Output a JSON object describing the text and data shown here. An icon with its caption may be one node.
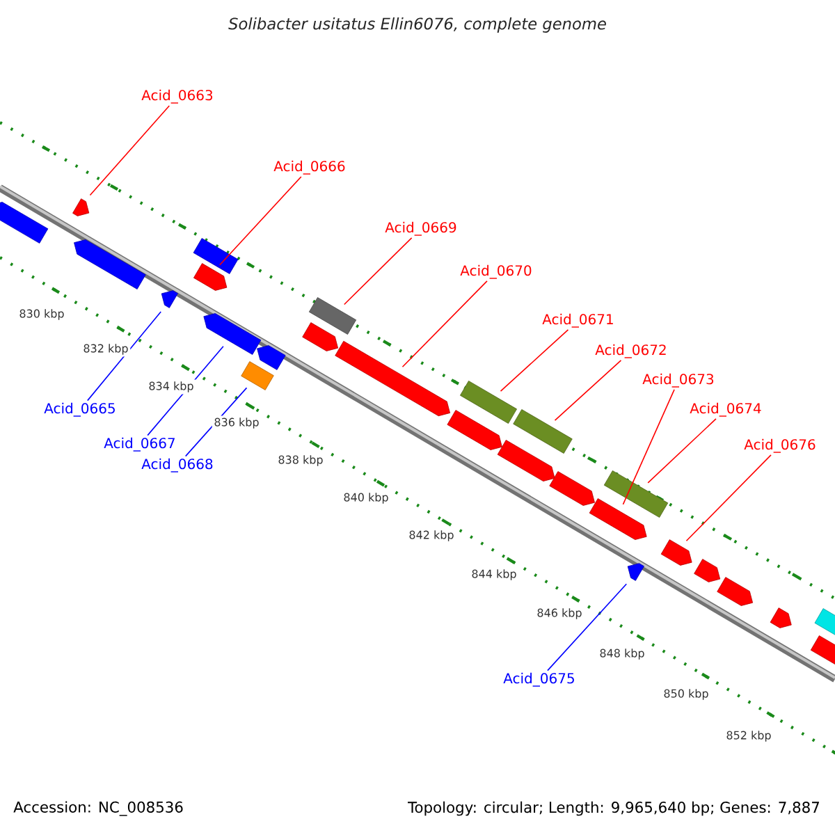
{
  "diagram": {
    "title": "Solibacter usitatus Ellin6076, complete genome",
    "nodes": [
      {
        "text": [
          "Acid_0663"
        ]
      },
      {
        "text": [
          "Acid_0666"
        ]
      },
      {
        "text": [
          "Acid_0669"
        ]
      },
      {
        "text": [
          "Acid_0670"
        ]
      },
      {
        "text": [
          "Acid_0671"
        ]
      },
      {
        "text": [
          "Acid_0672"
        ]
      },
      {
        "text": [
          "Acid_0673"
        ]
      },
      {
        "text": [
          "Acid_0674"
        ]
      },
      {
        "text": [
          "Acid_0676"
        ]
      },
      {
        "text": [
          "Acid_0665"
        ]
      },
      {
        "text": [
          "Acid_0667"
        ]
      },
      {
        "text": [
          "Acid_0668"
        ]
      },
      {
        "text": [
          "Acid_0675"
        ]
      },
      {
        "text": [],
        "shape": "pentagon"
      },
      {
        "text": [],
        "shape": "pentagon"
      },
      {
        "text": [],
        "shape": "pentagon"
      },
      {
        "text": [],
        "shape": "pentagon"
      },
      {
        "text": [],
        "shape": "pentagon"
      },
      {
        "text": [],
        "shape": "bar"
      },
      {
        "text": [],
        "shape": "pentagon"
      },
      {
        "text": [],
        "shape": "bar"
      },
      {
        "text": [],
        "shape": "pentagon"
      },
      {
        "text": [],
        "shape": "pentagon"
      },
      {
        "text": [],
        "shape": "bar"
      },
      {
        "text": [],
        "shape": "pentagon"
      },
      {
        "text": [],
        "shape": "pentagon"
      },
      {
        "text": [],
        "shape": "bar"
      },
      {
        "text": [],
        "shape": "pentagon"
      },
      {
        "text": [],
        "shape": "bar"
      },
      {
        "text": [],
        "shape": "pentagon"
      },
      {
        "text": [],
        "shape": "pentagon"
      },
      {
        "text": [],
        "shape": "bar"
      },
      {
        "text": [],
        "shape": "pentagon"
      },
      {
        "text": [],
        "shape": "pentagon"
      },
      {
        "text": [],
        "shape": "pentagon"
      },
      {
        "text": [],
        "shape": "pentagon"
      },
      {
        "text": [],
        "shape": "pentagon"
      },
      {
        "text": [],
        "shape": "pentagon"
      },
      {
        "text": [],
        "shape": "bar"
      }
    ],
    "edges": [
      {
        "from": 0,
        "to": 14,
        "arrow": "none"
      },
      {
        "from": 1,
        "to": 17,
        "arrow": "none"
      },
      {
        "from": 2,
        "to": 23,
        "arrow": "none"
      },
      {
        "from": 3,
        "to": 24,
        "arrow": "none"
      },
      {
        "from": 4,
        "to": 26,
        "arrow": "none"
      },
      {
        "from": 5,
        "to": 28,
        "arrow": "none"
      },
      {
        "from": 6,
        "to": 30,
        "arrow": "none"
      },
      {
        "from": 7,
        "to": 31,
        "arrow": "none"
      },
      {
        "from": 8,
        "to": 33,
        "arrow": "none"
      },
      {
        "from": 9,
        "to": 16,
        "arrow": "none",
        "color": "#0000ff"
      },
      {
        "from": 10,
        "to": 19,
        "arrow": "none",
        "color": "#0000ff"
      },
      {
        "from": 11,
        "to": 20,
        "arrow": "none",
        "color": "#0000ff"
      },
      {
        "from": 12,
        "to": 32,
        "arrow": "none",
        "color": "#0000ff"
      }
    ],
    "labels": [
      "830 kbp",
      "832 kbp",
      "834 kbp",
      "836 kbp",
      "838 kbp",
      "840 kbp",
      "842 kbp",
      "844 kbp",
      "846 kbp",
      "848 kbp",
      "850 kbp",
      "852 kbp",
      "Accession: NC_008536",
      "Topology: circular; Length: 9,965,640 bp; Genes: 7,887"
    ]
  }
}
